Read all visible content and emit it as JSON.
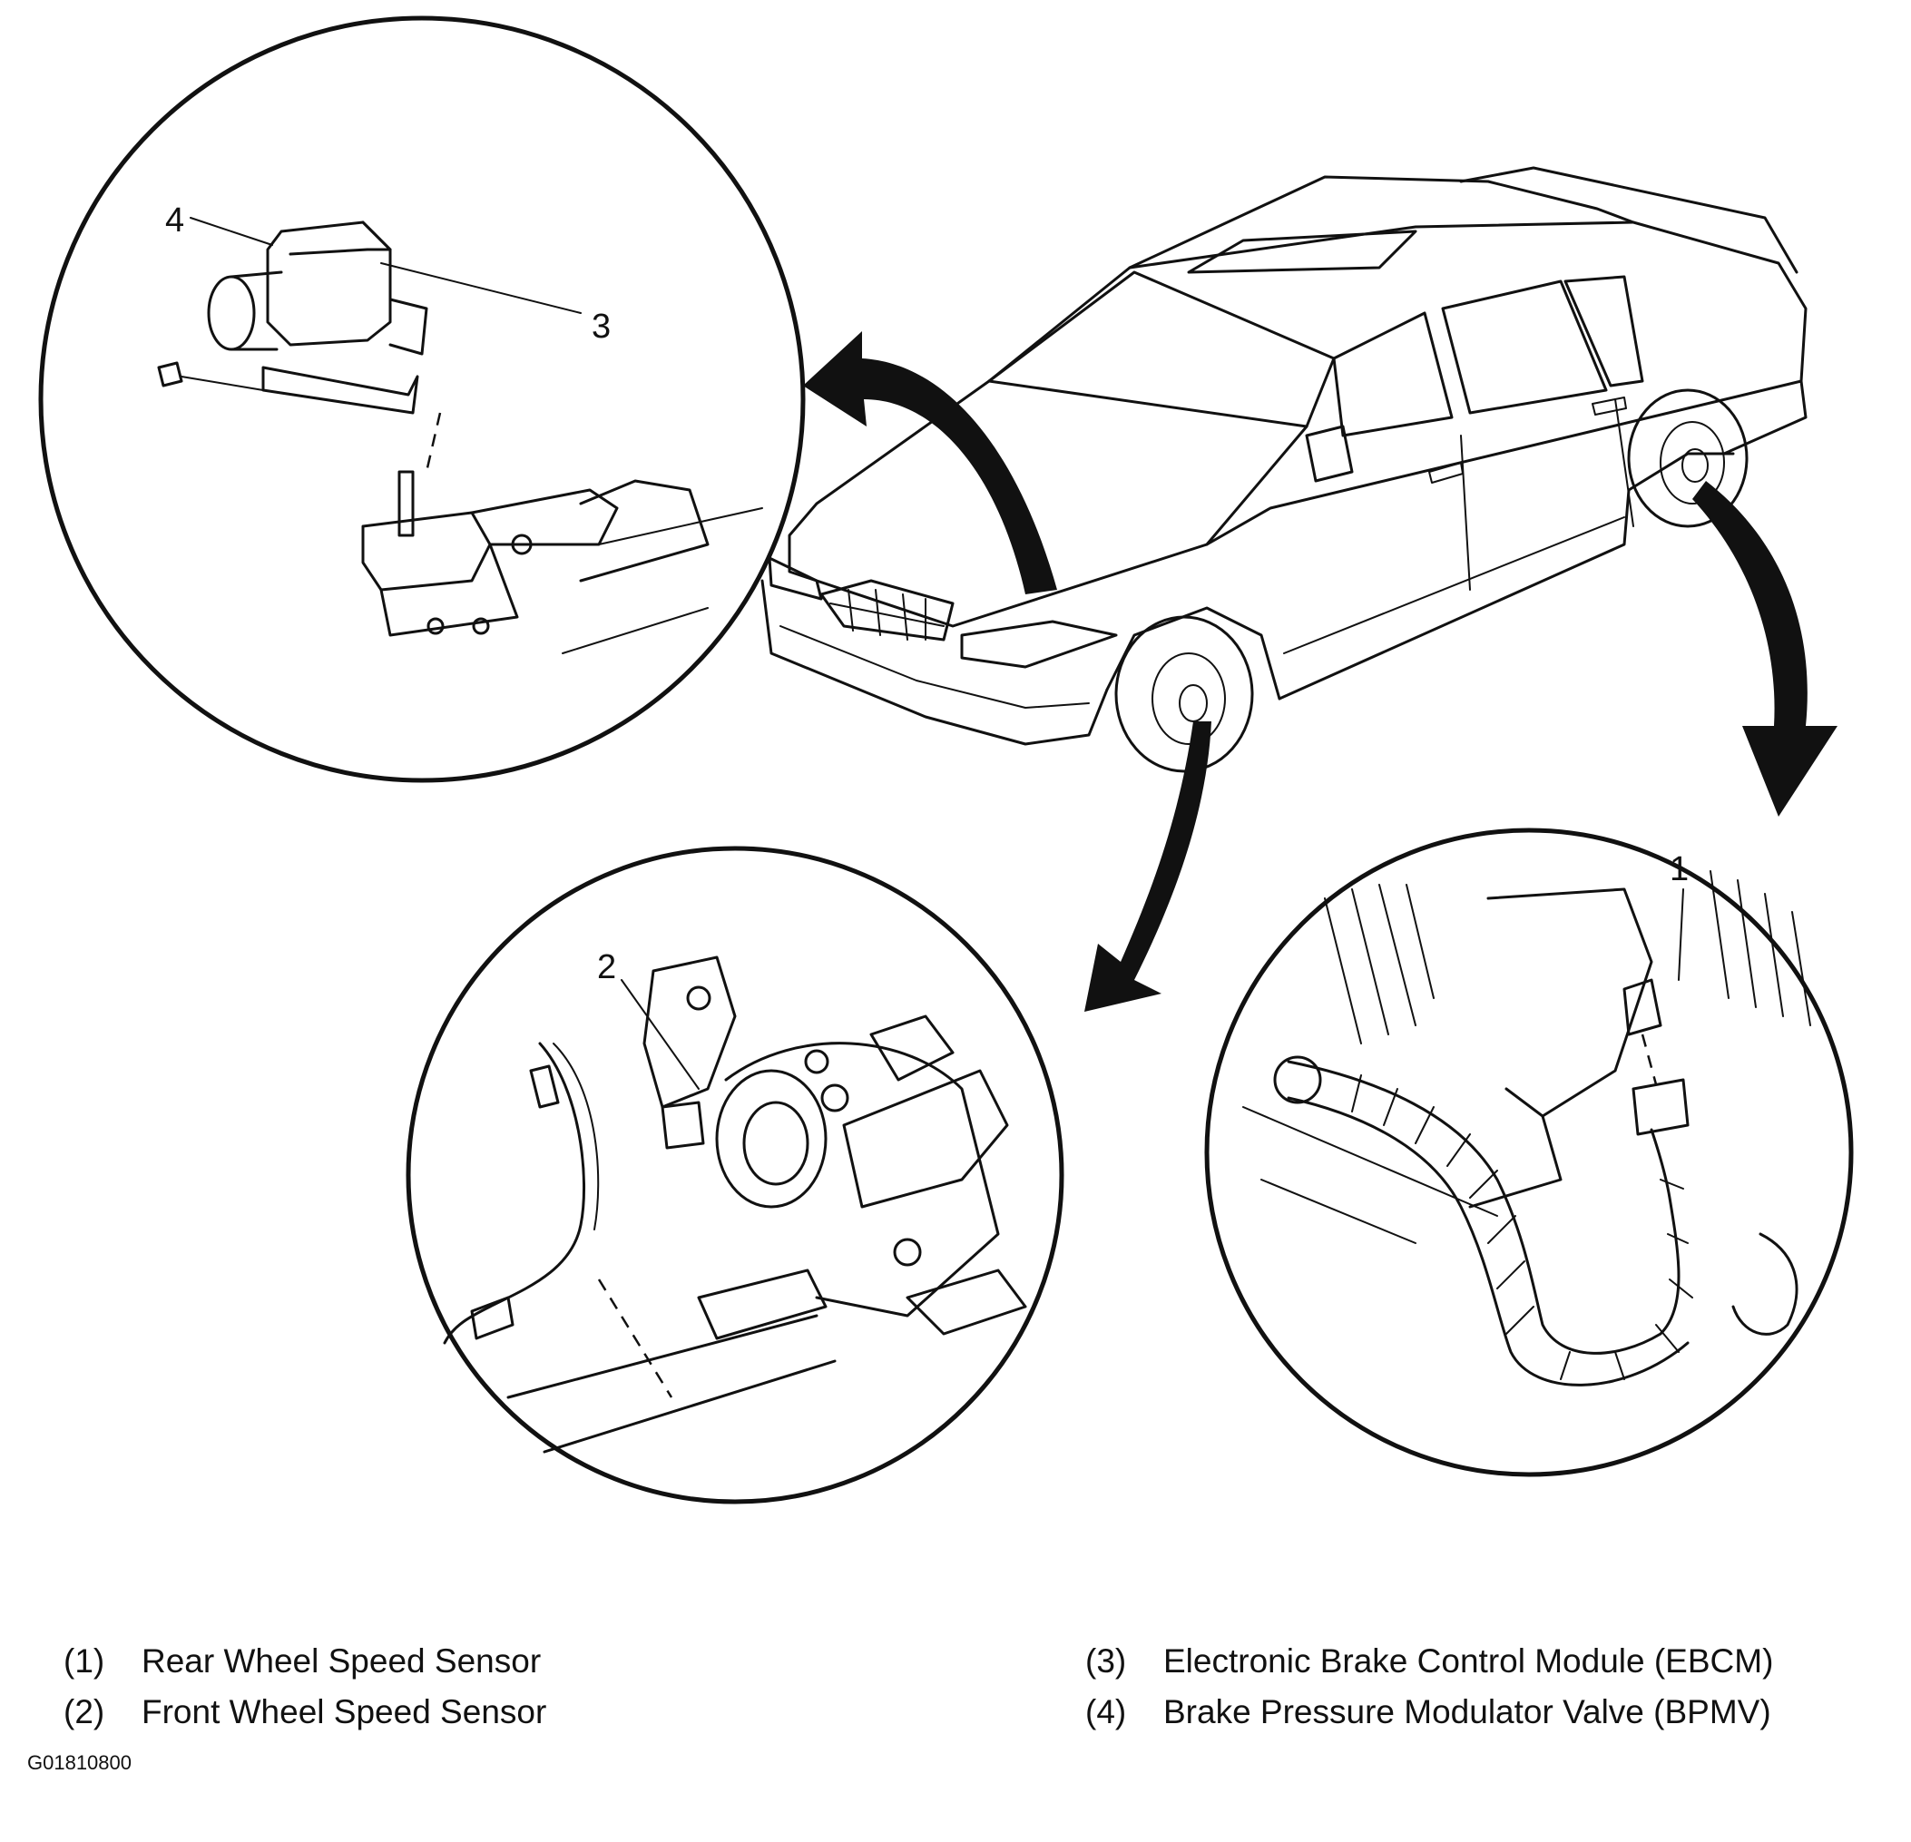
{
  "callouts": {
    "c1": "1",
    "c2": "2",
    "c3": "3",
    "c4": "4"
  },
  "legend": {
    "left": [
      {
        "num": "(1)",
        "label": "Rear Wheel Speed Sensor"
      },
      {
        "num": "(2)",
        "label": "Front Wheel Speed Sensor"
      }
    ],
    "right": [
      {
        "num": "(3)",
        "label": "Electronic Brake Control Module (EBCM)"
      },
      {
        "num": "(4)",
        "label": "Brake Pressure Modulator Valve (BPMV)"
      }
    ]
  },
  "figure_id": "G01810800"
}
